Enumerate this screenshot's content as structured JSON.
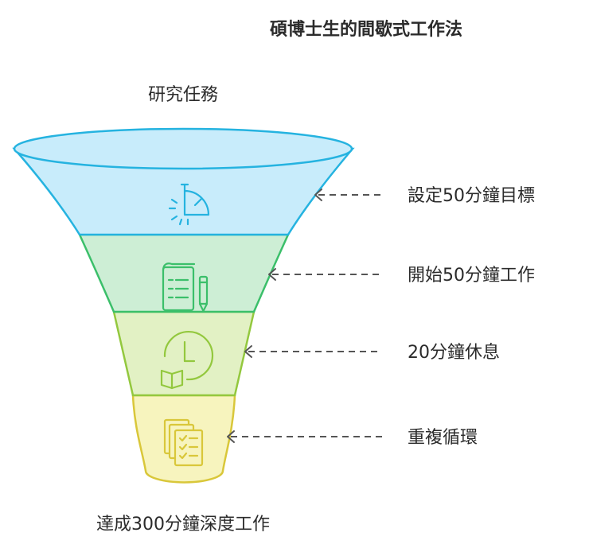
{
  "title": "碩博士生的間歇式工作法",
  "top_label": "研究任務",
  "bottom_label": "達成300分鐘深度工作",
  "stages": [
    {
      "label": "設定50分鐘目標",
      "icon": "stopwatch-icon",
      "fill": "#c8ecfb",
      "stroke": "#25b3e0"
    },
    {
      "label": "開始50分鐘工作",
      "icon": "notes-pencil-icon",
      "fill": "#cdeed5",
      "stroke": "#3bbf6a"
    },
    {
      "label": "20分鐘休息",
      "icon": "clock-book-icon",
      "fill": "#e2f1c4",
      "stroke": "#93c83e"
    },
    {
      "label": "重複循環",
      "icon": "checklist-stack-icon",
      "fill": "#f7f4be",
      "stroke": "#d9c73a"
    }
  ],
  "arrow_color": "#555555"
}
